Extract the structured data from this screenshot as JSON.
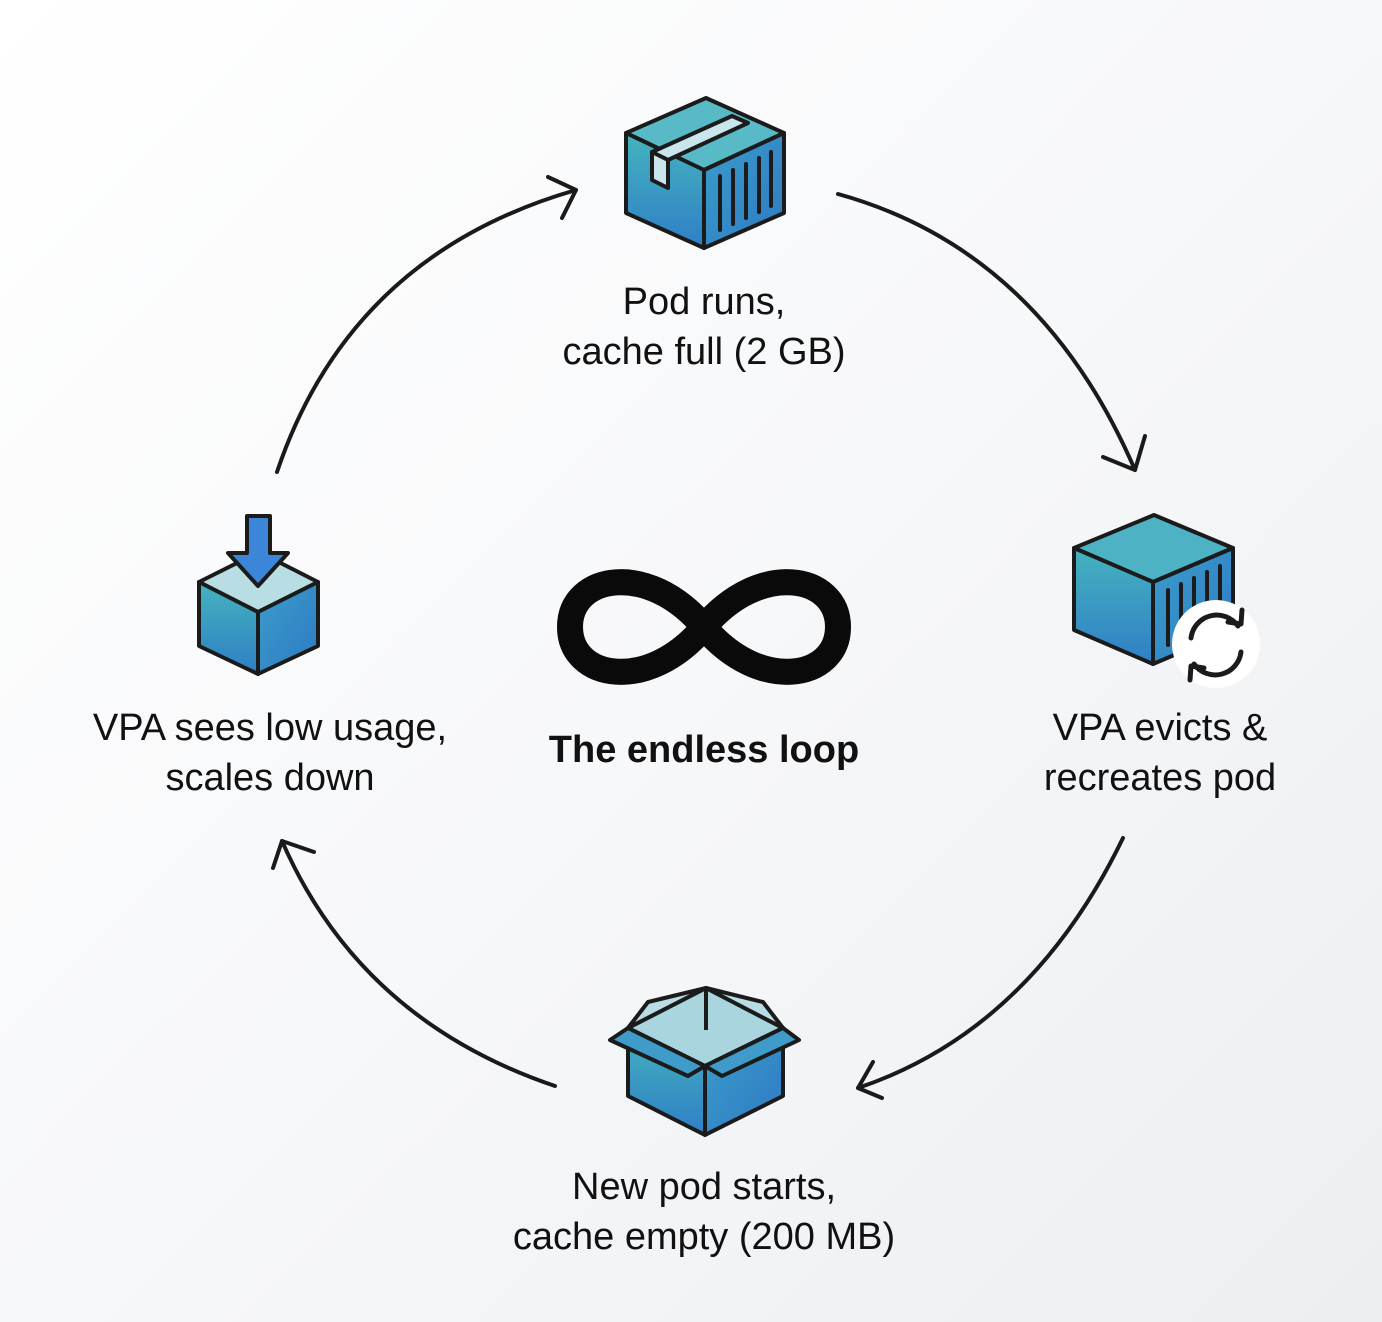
{
  "diagram": {
    "center_title": "The endless loop",
    "center_icon": "infinity-icon",
    "steps": [
      {
        "icon": "closed-box-icon",
        "line1": "Pod runs,",
        "line2": "cache full (2 GB)"
      },
      {
        "icon": "container-refresh-icon",
        "line1": "VPA evicts &",
        "line2": "recreates pod"
      },
      {
        "icon": "open-box-icon",
        "line1": "New pod starts,",
        "line2": "cache empty (200 MB)"
      },
      {
        "icon": "box-down-arrow-icon",
        "line1": "VPA sees low usage,",
        "line2": "scales down"
      }
    ],
    "colors": {
      "teal": "#44AEBF",
      "blue": "#2F80C4",
      "arrow": "#1a1a1a",
      "light_teal": "#B9DDE4",
      "down_arrow": "#3B86D8"
    }
  }
}
